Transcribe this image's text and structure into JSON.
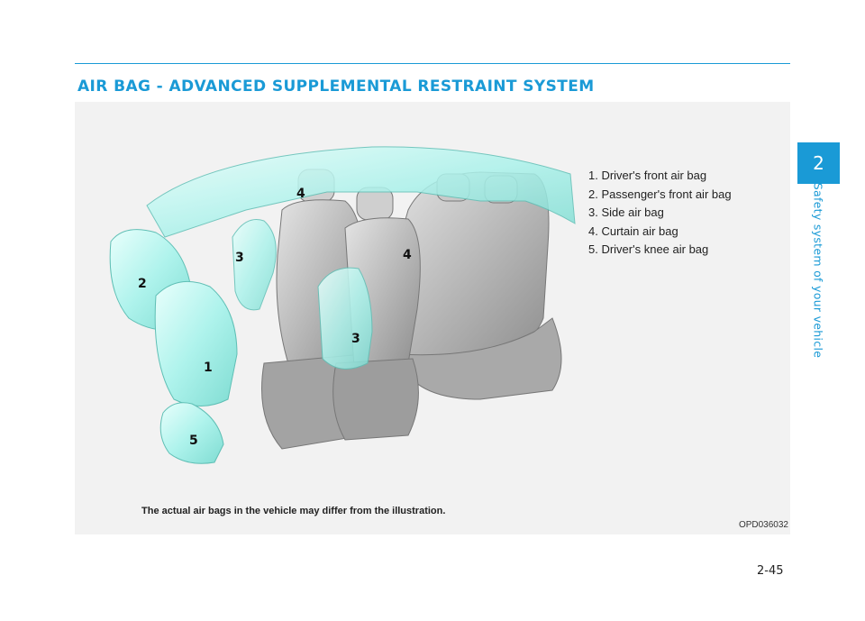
{
  "header": {
    "title": "AIR BAG - ADVANCED SUPPLEMENTAL RESTRAINT SYSTEM"
  },
  "figure": {
    "legend": [
      "1. Driver's front air bag",
      "2. Passenger's front air bag",
      "3. Side air bag",
      "4. Curtain air bag",
      "5. Driver's knee air bag"
    ],
    "callouts": [
      "1",
      "2",
      "3",
      "3",
      "4",
      "4",
      "5"
    ],
    "caption": "The actual air bags in the vehicle may differ from the illustration.",
    "image_code": "OPD036032"
  },
  "sidebar": {
    "chapter_number": "2",
    "chapter_title": "Safety system of your vehicle"
  },
  "footer": {
    "page_number": "2-45"
  },
  "colors": {
    "accent": "#1a9ad6",
    "airbag": "#aef3ec",
    "seat": "#bdbdbd"
  }
}
